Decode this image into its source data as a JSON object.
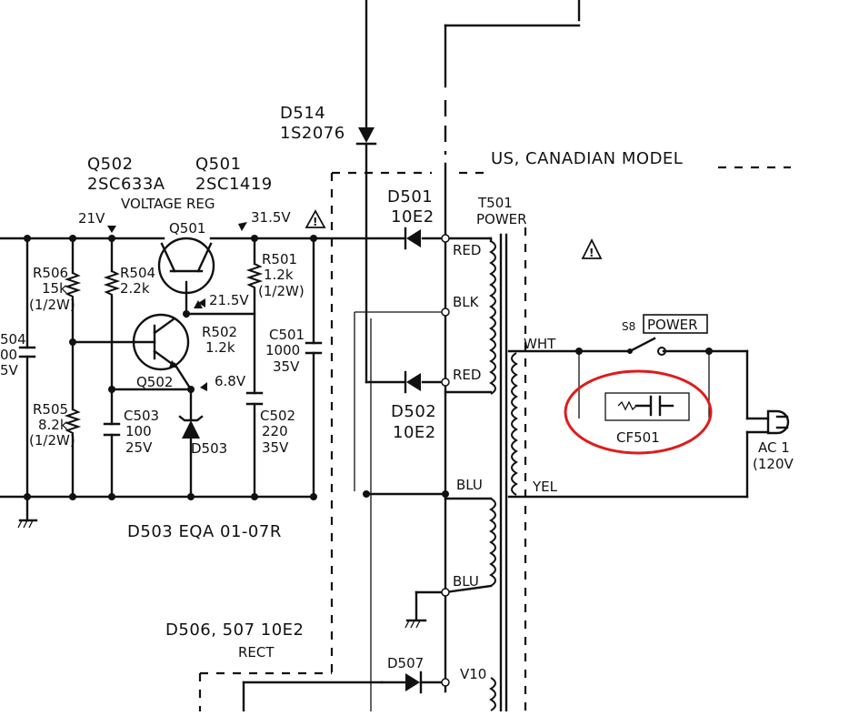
{
  "labels": {
    "d514": "D514",
    "d514_part": "1S2076",
    "q502": "Q502",
    "q502_part": "2SC633A",
    "q501": "Q501",
    "q501_part": "2SC1419",
    "voltage_reg": "VOLTAGE REG",
    "region": "US, CANADIAN MODEL",
    "d501": "D501",
    "d501_part": "10E2",
    "t501": "T501",
    "t501_type": "POWER",
    "v21": "21V",
    "q501_sym": "Q501",
    "v315": "31.5V",
    "r506": "R506",
    "r506_val": "15k",
    "r506_w": "(1/2W)",
    "r504": "R504",
    "r504_val": "2.2k",
    "r501": "R501",
    "r501_val": "1.2k",
    "r501_w": "(1/2W)",
    "v215": "21.5V",
    "r502": "R502",
    "r502_val": "1.2k",
    "c501": "C501",
    "c501_val": "1000",
    "c501_v": "35V",
    "c504_a": "504",
    "c504_b": "00",
    "c504_c": "5V",
    "q502_sym": "Q502",
    "v68": "6.8V",
    "c502": "C502",
    "c502_val": "220",
    "c502_v": "35V",
    "r505": "R505",
    "r505_val": "8.2k",
    "r505_w": "(1/2W)",
    "c503": "C503",
    "c503_val": "100",
    "c503_v": "25V",
    "d503_sym": "D503",
    "d502": "D502",
    "d502_part": "10E2",
    "red1": "RED",
    "blk": "BLK",
    "red2": "RED",
    "wht": "WHT",
    "yel": "YEL",
    "blu1": "BLU",
    "blu2": "BLU",
    "v10": "V10",
    "s8": "S8",
    "power_sw": "POWER",
    "cf501": "CF501",
    "ac1": "AC 1",
    "ac2": "(120V",
    "d503_note": "D503  EQA 01-07R",
    "d506": "D506, 507  10E2",
    "rect": "RECT",
    "d507": "D507"
  },
  "colors": {
    "ink": "#111111",
    "highlight": "#e01b1b",
    "paper": "#ffffff"
  }
}
